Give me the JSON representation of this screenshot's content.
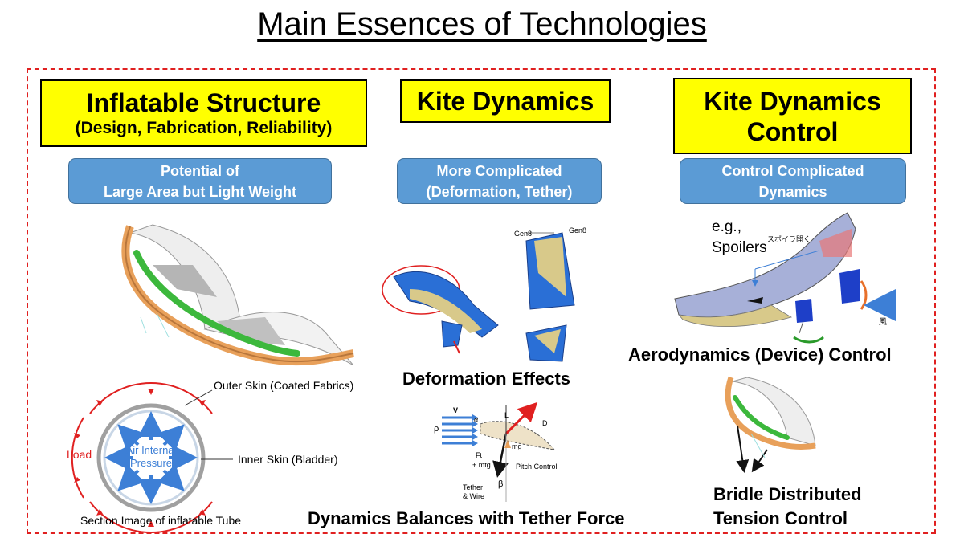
{
  "title": "Main Essences of Technologies",
  "columns": [
    {
      "heading": "Inflatable Structure",
      "subheading": "(Design, Fabrication, Reliability)",
      "note_line1": "Potential of",
      "note_line2": "Large Area but Light Weight"
    },
    {
      "heading": "Kite Dynamics",
      "note_line1": "More Complicated",
      "note_line2": "(Deformation, Tether)"
    },
    {
      "heading_line1": "Kite Dynamics",
      "heading_line2": "Control",
      "note_line1": "Control Complicated",
      "note_line2": "Dynamics"
    }
  ],
  "tube": {
    "outer_skin": "Outer Skin (Coated Fabrics)",
    "inner_skin": "Inner Skin (Bladder)",
    "load": "Load",
    "pressure_line1": "Air Internal",
    "pressure_line2": "Pressure",
    "caption": "Section Image of inflatable Tube"
  },
  "dynamics": {
    "deformation": "Deformation Effects",
    "balance": "Dynamics Balances with Tether Force",
    "diagram": {
      "v": "V",
      "rho": "ρ",
      "alpha": "α",
      "lift": "L",
      "drag": "D",
      "mg": "mg",
      "ft": "Ft",
      "mtg": "+ mtg",
      "pitch": "Pitch Control",
      "tether1": "Tether",
      "tether2": "& Wire",
      "beta": "β",
      "gen_a": "Gen8",
      "gen_b": "Gen8"
    }
  },
  "control": {
    "eg": "e.g.,",
    "spoilers": "Spoilers",
    "spoiler_jp": "スポイラ開く",
    "wind": "風",
    "aero": "Aerodynamics (Device) Control",
    "bridle_line1": "Bridle Distributed",
    "bridle_line2": "Tension Control"
  },
  "colors": {
    "frame": "#e02020",
    "yellow": "#ffff00",
    "note_box": "#5b9bd5",
    "tube_orange": "#e8a05a",
    "tube_green": "#3cb83c",
    "kite_blue": "#2a6fd6",
    "kite_gray": "#a7b0d8"
  }
}
